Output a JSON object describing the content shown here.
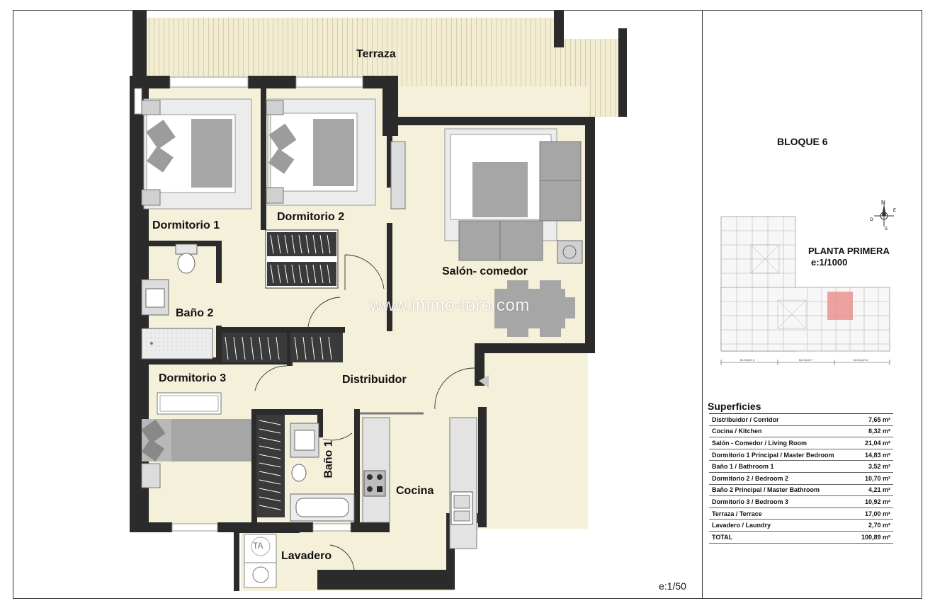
{
  "plan": {
    "rooms": {
      "terraza": "Terraza",
      "dormitorio1": "Dormitorio 1",
      "dormitorio2": "Dormitorio 2",
      "salon": "Salón- comedor",
      "bano2": "Baño 2",
      "dormitorio3": "Dormitorio 3",
      "distribuidor": "Distribuidor",
      "bano1": "Baño 1",
      "cocina": "Cocina",
      "lavadero": "Lavadero"
    },
    "appliance_label": "TA",
    "watermark": "www.immo-toro.com",
    "scale": "e:1/50"
  },
  "panel": {
    "block_title": "BLOQUE 6",
    "floor_title": "PLANTA PRIMERA",
    "floor_scale": "e:1/1000",
    "compass": {
      "n": "N",
      "e": "E",
      "s": "S",
      "o": "O"
    },
    "site_map_blocks": [
      "BLOQUE 6",
      "BLOQUE 7",
      "BLOQUE 8"
    ],
    "superficies_title": "Superficies",
    "unit": "m²",
    "rows": [
      {
        "name": "Distribuidor / Corridor",
        "value": "7,65 m²"
      },
      {
        "name": "Cocina / Kitchen",
        "value": "8,32 m²"
      },
      {
        "name": "Salón - Comedor / Living Room",
        "value": "21,04 m²"
      },
      {
        "name": "Dormitorio 1 Principal / Master Bedroom",
        "value": "14,83 m²"
      },
      {
        "name": "Baño 1 / Bathroom 1",
        "value": "3,52 m²"
      },
      {
        "name": "Dormitorio 2 / Bedroom 2",
        "value": "10,70 m²"
      },
      {
        "name": "Baño 2 Principal / Master Bathroom",
        "value": "4,21 m²"
      },
      {
        "name": "Dormitorio 3 / Bedroom 3",
        "value": "10,92 m²"
      },
      {
        "name": "Terraza / Terrace",
        "value": "17,00 m²"
      },
      {
        "name": "Lavadero / Laundry",
        "value": "2,70 m²"
      },
      {
        "name": "TOTAL",
        "value": "100,89 m²"
      }
    ]
  },
  "colors": {
    "wall": "#2b2b2b",
    "floor": "#f4f0da",
    "terrace": "#f1ecd2",
    "furniture": "#a9a9a9",
    "furniture_light": "#d9d9d9",
    "highlight": "#e88c88"
  }
}
